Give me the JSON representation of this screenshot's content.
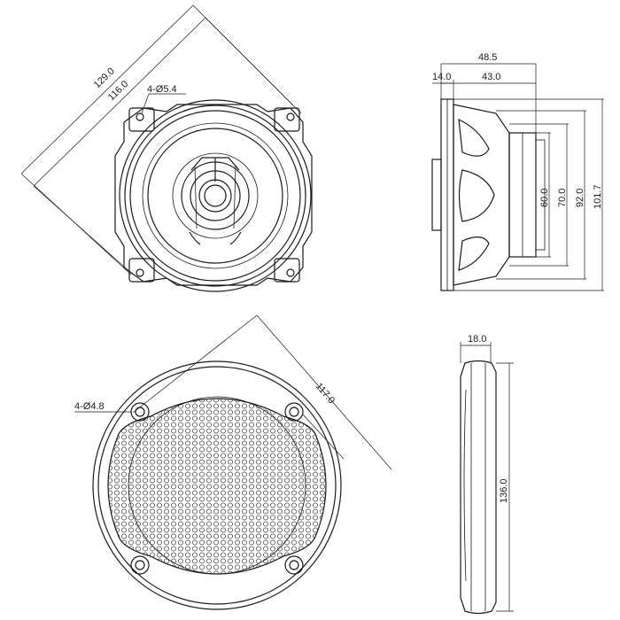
{
  "colors": {
    "line": "#1a1a1a",
    "background": "#ffffff"
  },
  "dimensions": {
    "speaker_diag_outer": "129.0",
    "speaker_diag_inner": "116.0",
    "speaker_holes": "4-Ø5.4",
    "depth_total": "48.5",
    "depth_flange": "14.0",
    "depth_body": "43.0",
    "dia_60": "60.0",
    "dia_70": "70.0",
    "dia_92": "92.0",
    "dia_101": "101.7",
    "grille_holes": "4-Ø4.8",
    "grille_span": "117.0",
    "grille_depth": "18.0",
    "grille_dia": "136.0"
  }
}
